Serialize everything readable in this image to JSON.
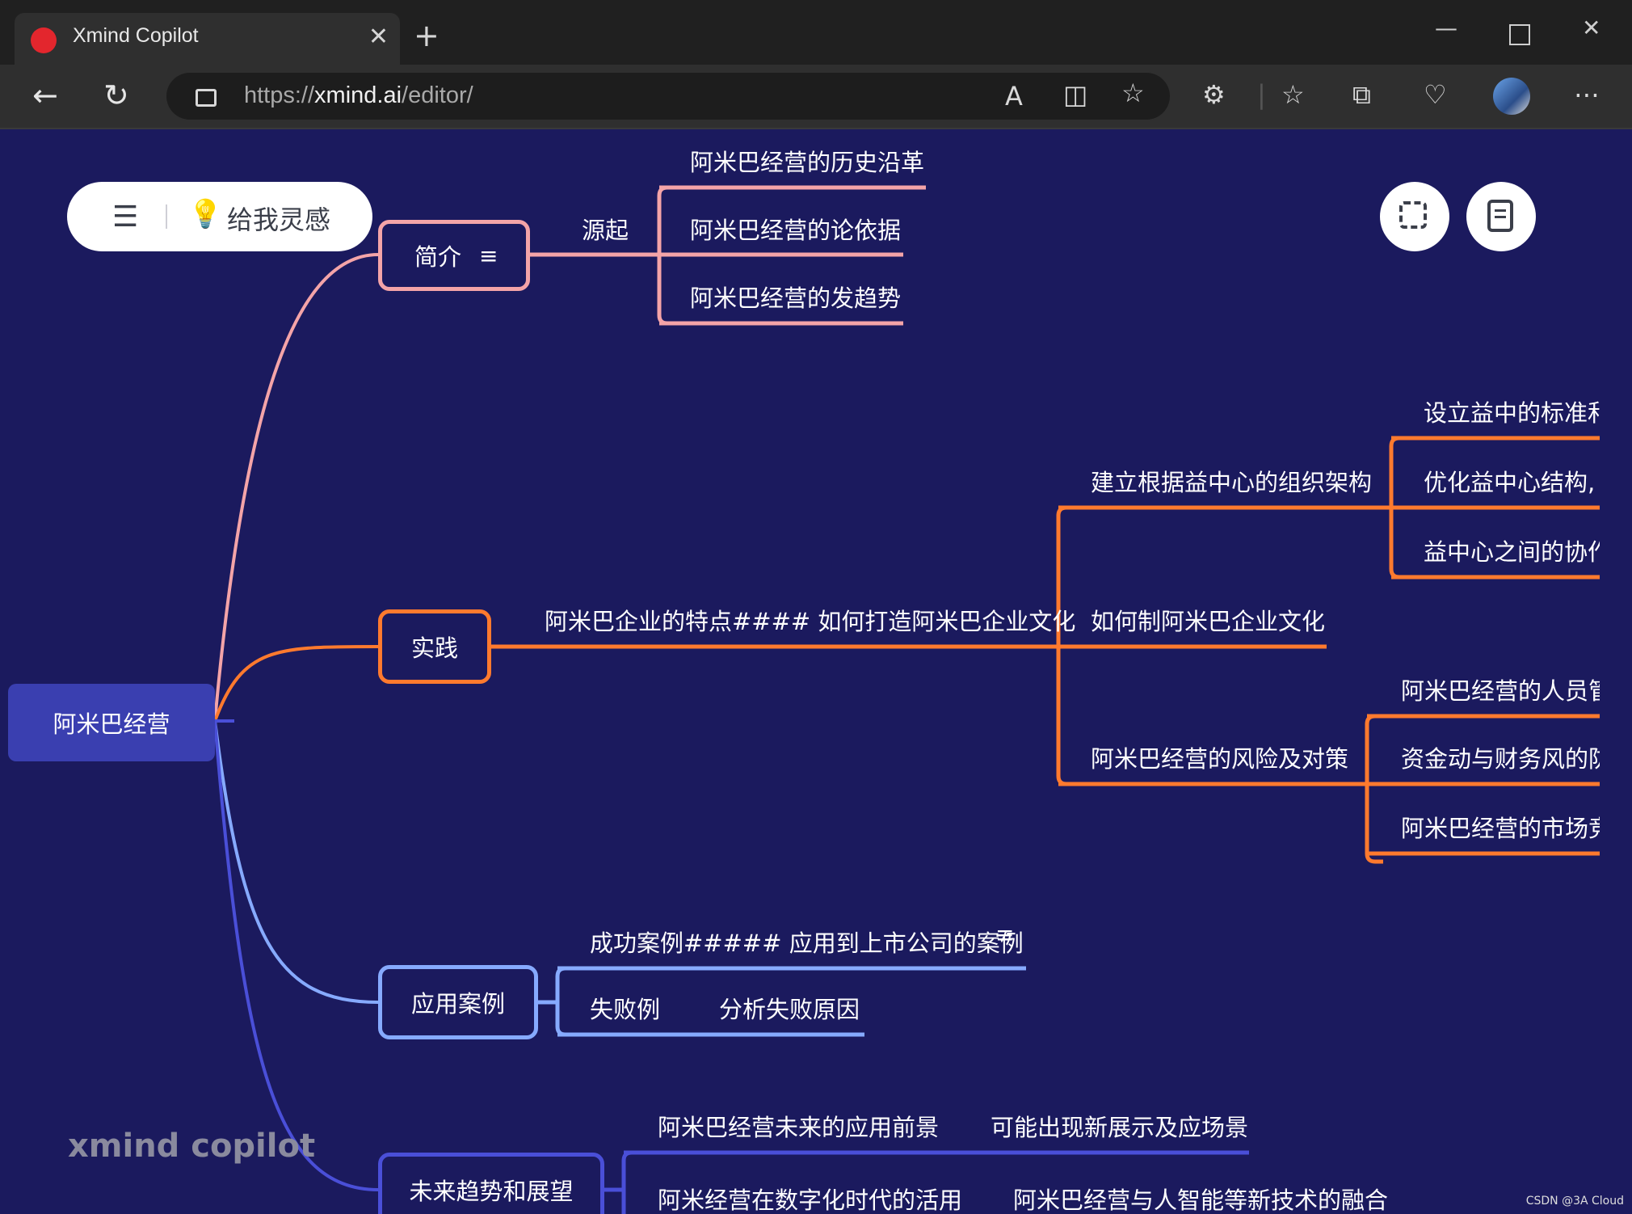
{
  "browser": {
    "tab_title": "Xmind Copilot",
    "url_prefix": "https://",
    "url_host": "xmind.ai",
    "url_path": "/editor/"
  },
  "toolbar": {
    "menu_label": "",
    "inspire_label": "给我灵感"
  },
  "mindmap": {
    "root": "阿米巴经营",
    "branch_intro": {
      "label": "简介",
      "sub": "源起",
      "children": [
        "阿米巴经营的历史沿革",
        "阿米巴经营的论依据",
        "阿米巴经营的发趋势"
      ]
    },
    "branch_practice": {
      "label": "实践",
      "sub": "阿米巴企业的特点#### 如何打造阿米巴企业文化",
      "children": [
        {
          "label": "建立根据益中心的组织架构",
          "children": [
            "设立益中的标准和",
            "优化益中心结构,",
            "益中心之间的协作"
          ]
        },
        {
          "label": "如何制阿米巴企业文化",
          "children": []
        },
        {
          "label": "阿米巴经营的风险及对策",
          "children": [
            "阿米巴经营的人员管",
            "资金动与财务风的防",
            "阿米巴经营的市场竞"
          ]
        }
      ]
    },
    "branch_cases": {
      "label": "应用案例",
      "children": [
        {
          "label": "成功案例##### 应用到上市公司的案例",
          "children": []
        },
        {
          "label": "失败例",
          "children": [
            "分析失败原因"
          ]
        }
      ]
    },
    "branch_future": {
      "label": "未来趋势和展望",
      "children": [
        {
          "label": "阿米巴经营未来的应用前景",
          "children": [
            "可能出现新展示及应场景"
          ]
        },
        {
          "label": "阿米经营在数字化时代的活用",
          "children": [
            "阿米巴经营与人智能等新技术的融合"
          ]
        }
      ]
    }
  },
  "watermark": "xmind copilot",
  "credit": "CSDN @3A Cloud",
  "colors": {
    "canvas_bg": "#1b1a5e",
    "root_fill": "#3a3fb0",
    "intro": "#f4a4a8",
    "practice": "#ff7a2e",
    "cases": "#86aaff",
    "future": "#4a4fd8"
  }
}
